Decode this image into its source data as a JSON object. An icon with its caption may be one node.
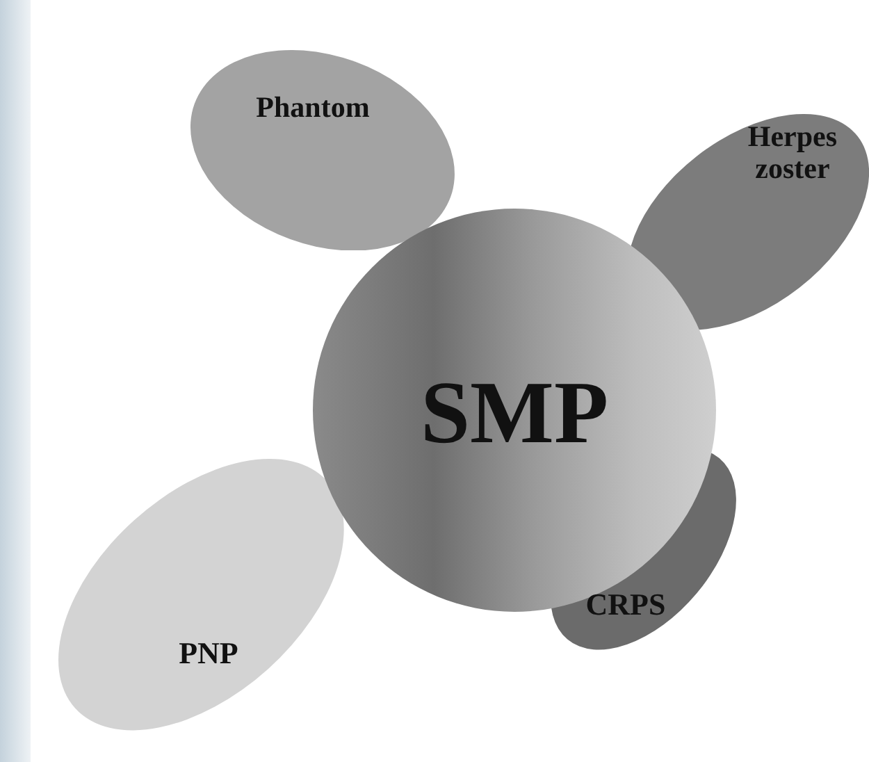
{
  "diagram": {
    "nodes": [
      {
        "text": [
          "Phantom"
        ]
      },
      {
        "text": [
          "Herpes zoster"
        ]
      },
      {
        "text": [
          "SMP"
        ]
      },
      {
        "text": [
          "PNP"
        ]
      },
      {
        "text": [
          "CRPS"
        ]
      }
    ]
  }
}
